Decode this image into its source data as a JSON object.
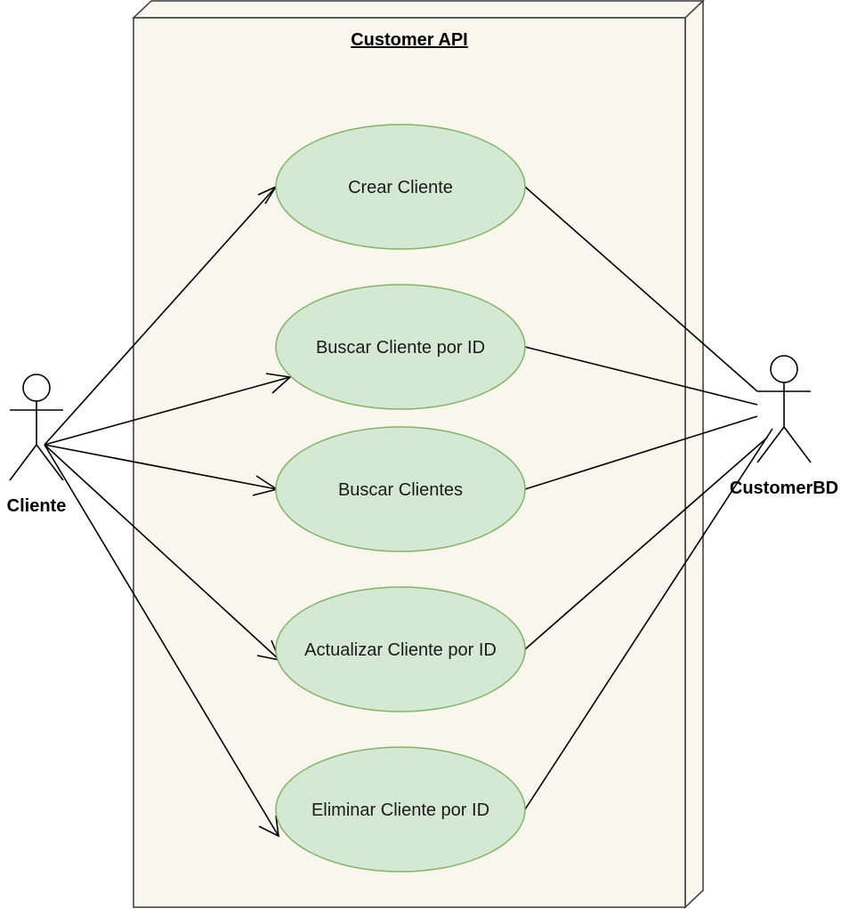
{
  "diagram": {
    "system": {
      "title": "Customer API"
    },
    "actors": [
      {
        "id": "cliente",
        "label": "Cliente"
      },
      {
        "id": "customerbd",
        "label": "CustomerBD"
      }
    ],
    "use_cases": [
      {
        "id": "crear",
        "label": "Crear Cliente"
      },
      {
        "id": "buscar-id",
        "label": "Buscar Cliente por ID"
      },
      {
        "id": "buscar-todos",
        "label": "Buscar Clientes"
      },
      {
        "id": "actualizar",
        "label": "Actualizar Cliente por ID"
      },
      {
        "id": "eliminar",
        "label": "Eliminar Cliente por ID"
      }
    ],
    "colors": {
      "system_fill": "#f9f7ed",
      "system_stroke": "#36393d",
      "usecase_fill": "#d5e8d4",
      "usecase_stroke": "#82b366",
      "line": "#000000"
    }
  }
}
